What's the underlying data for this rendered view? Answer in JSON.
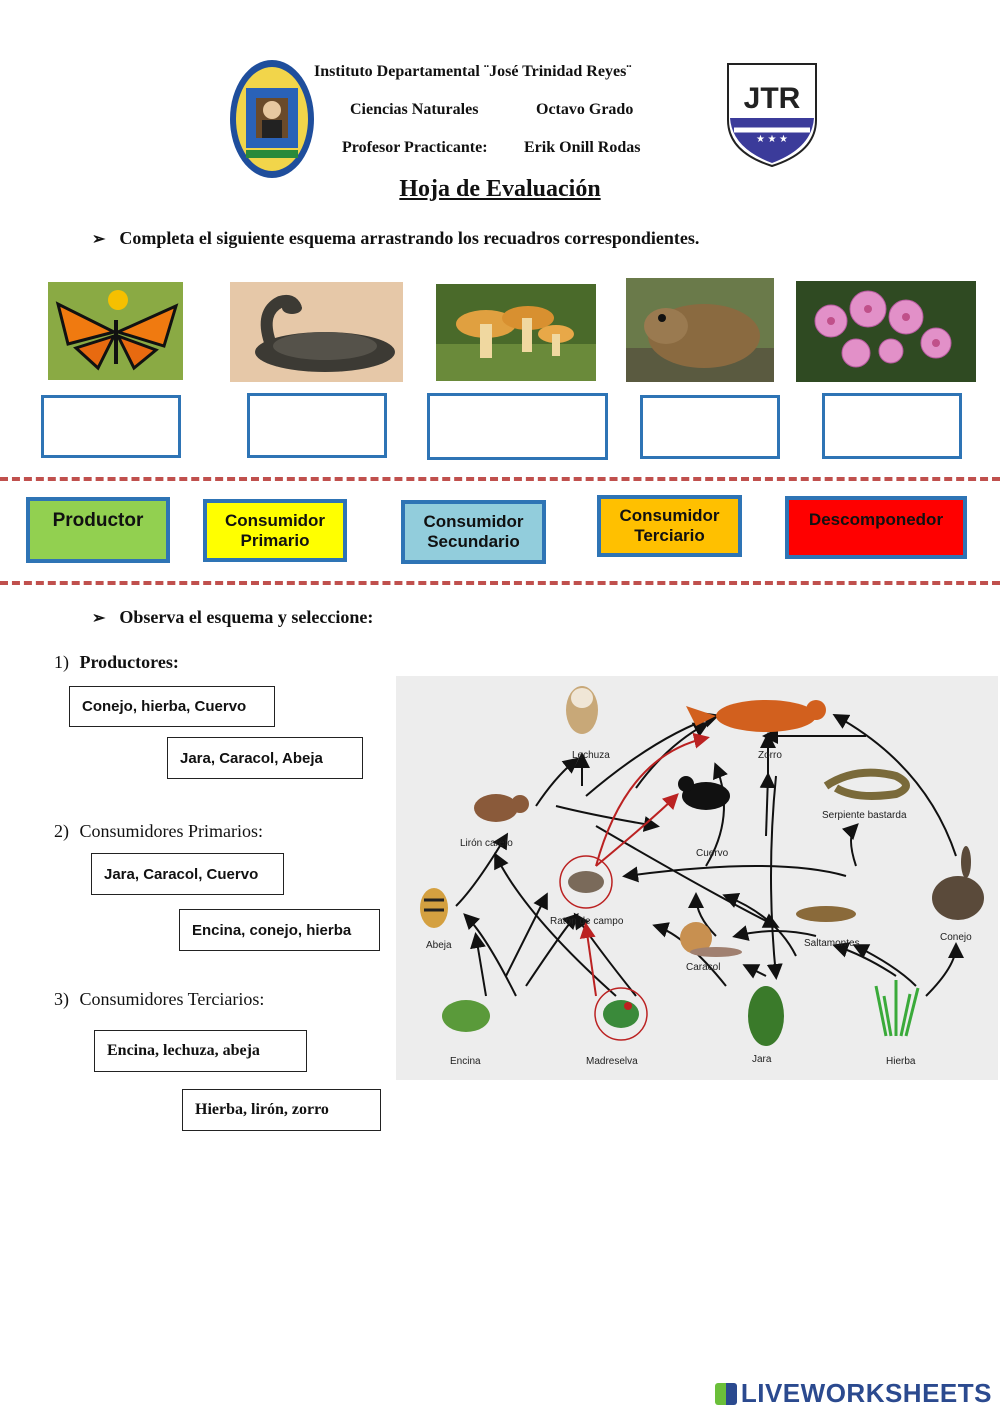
{
  "header": {
    "institute": "Instituto Departamental ¨José Trinidad Reyes¨",
    "subject": "Ciencias Naturales",
    "grade": "Octavo Grado",
    "teacher_label": "Profesor Practicante:",
    "teacher_name": "Erik Onill Rodas",
    "logo_right_text": "JTR"
  },
  "title": "Hoja de Evaluación",
  "section1": {
    "instruction": "Completa el siguiente esquema arrastrando los recuadros correspondientes.",
    "photos": [
      "butterfly-photo",
      "snake-photo",
      "mushroom-photo",
      "toad-photo",
      "orchid-photo"
    ],
    "cards": [
      {
        "label": "Productor",
        "color": "#92d050"
      },
      {
        "label": "Consumidor Primario",
        "color": "#ffff00"
      },
      {
        "label": "Consumidor Secundario",
        "color": "#92cddc"
      },
      {
        "label": "Consumidor Terciario",
        "color": "#ffc000"
      },
      {
        "label": "Descomponedor",
        "color": "#ff0000"
      }
    ]
  },
  "section2": {
    "instruction": "Observa el esquema y seleccione:",
    "questions": [
      {
        "num": "1)",
        "label": "Productores:",
        "options": [
          "Conejo, hierba, Cuervo",
          "Jara, Caracol, Abeja"
        ]
      },
      {
        "num": "2)",
        "label": "Consumidores Primarios:",
        "options": [
          "Jara, Caracol, Cuervo",
          "Encina, conejo, hierba"
        ]
      },
      {
        "num": "3)",
        "label": "Consumidores Terciarios:",
        "options": [
          "Encina, lechuza, abeja",
          "Hierba, lirón, zorro"
        ]
      }
    ]
  },
  "foodweb": {
    "labels": {
      "lechuza": "Lechuza",
      "zorro": "Zorro",
      "serpiente": "Serpiente bastarda",
      "liron": "Lirón careto",
      "cuervo": "Cuervo",
      "raton": "Ratón de campo",
      "abeja": "Abeja",
      "saltamontes": "Saltamontes",
      "conejo": "Conejo",
      "caracol": "Caracol",
      "encina": "Encina",
      "madreselva": "Madreselva",
      "jara": "Jara",
      "hierba": "Hierba"
    }
  },
  "footer": "LIVEWORKSHEETS"
}
